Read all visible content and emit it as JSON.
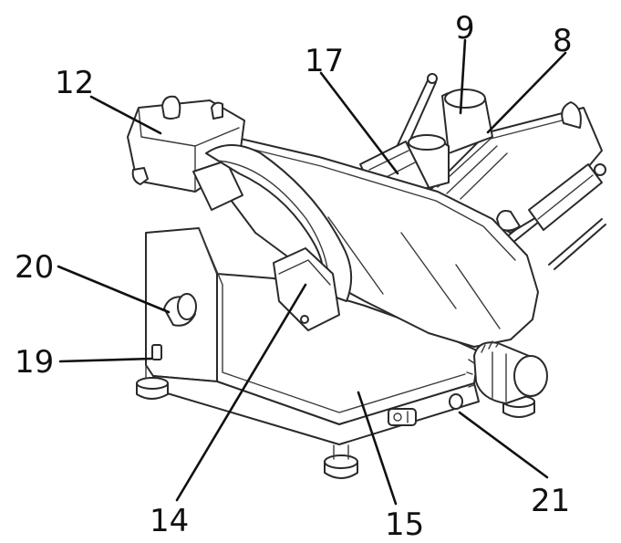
{
  "figure": {
    "background": "#ffffff",
    "line_color": "#2a2a2a"
  },
  "callouts": {
    "c8": {
      "label": "8"
    },
    "c9": {
      "label": "9"
    },
    "c12": {
      "label": "12"
    },
    "c14": {
      "label": "14"
    },
    "c15": {
      "label": "15"
    },
    "c17": {
      "label": "17"
    },
    "c19": {
      "label": "19"
    },
    "c20": {
      "label": "20"
    },
    "c21": {
      "label": "21"
    }
  }
}
